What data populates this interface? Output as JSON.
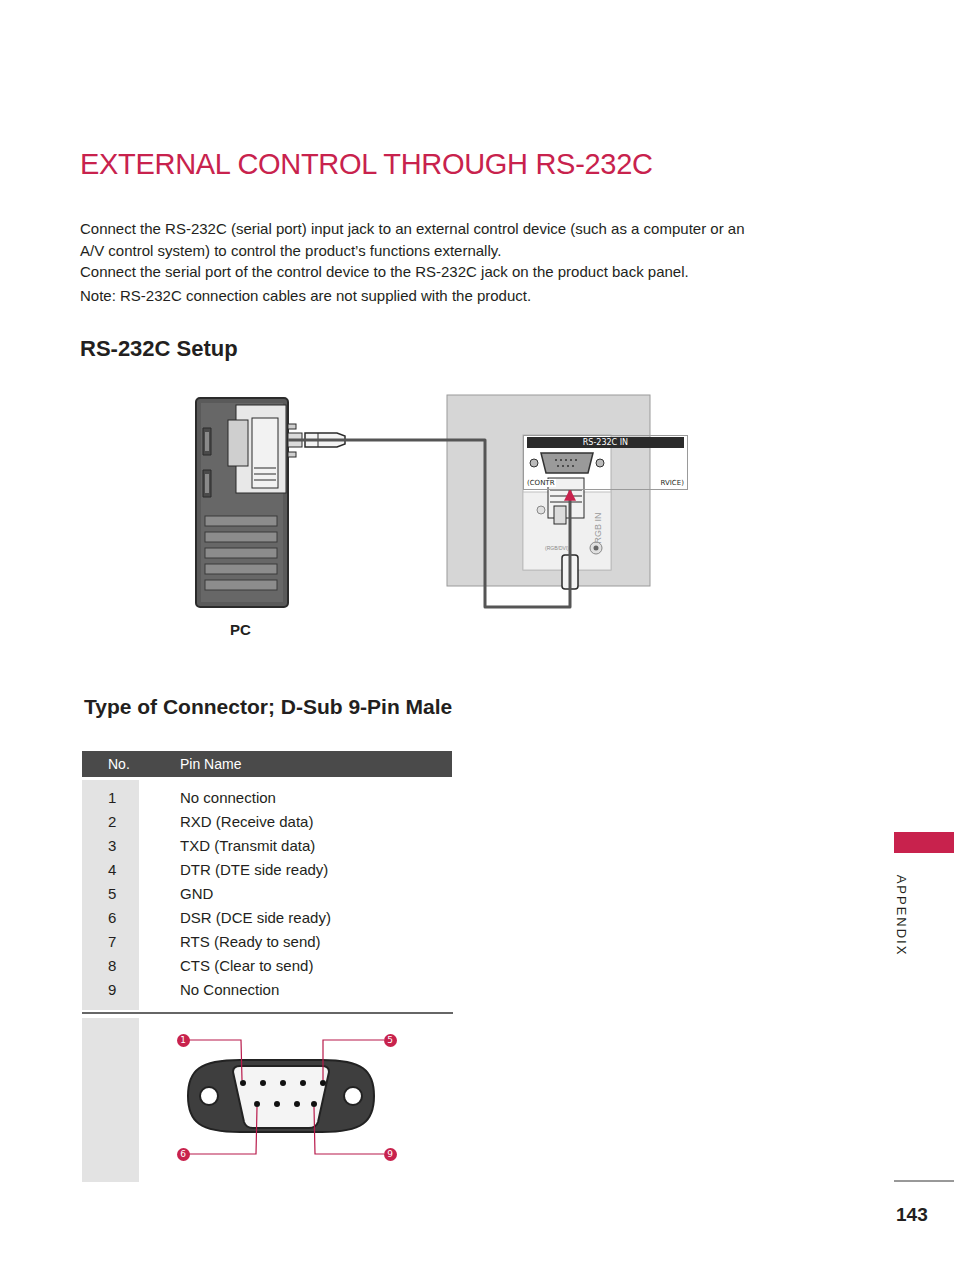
{
  "diagram": {
    "title": "EXTERNAL CONTROL THROUGH RS-232C",
    "nodes": [
      {
        "text": [
          "PC"
        ]
      },
      {
        "text": [
          "RS-232C IN",
          "(CONTR",
          "RVICE)"
        ]
      }
    ],
    "edges": [
      {
        "from": 0,
        "to": 1,
        "arrow": "to"
      }
    ],
    "labels": [
      "Connect the RS-232C (serial port) input jack to an external control device (such as a computer or an A/V control system) to control the product’s functions externally.",
      "Connect the serial port of the control device to the RS-232C jack on the product back panel.",
      "Note: RS-232C connection cables are not supplied with the product.",
      "RS-232C Setup",
      "RGB IN",
      "(RGB/DVI)",
      "Type of Connector; D-Sub 9-Pin Male",
      "No.",
      "Pin Name",
      "1",
      "2",
      "3",
      "4",
      "5",
      "6",
      "7",
      "8",
      "9",
      "No connection",
      "RXD (Receive data)",
      "TXD (Transmit data)",
      "DTR (DTE side ready)",
      "GND",
      "DSR (DCE side ready)",
      "RTS (Ready to send)",
      "CTS (Clear to send)",
      "No Connection",
      "1",
      "5",
      "6",
      "9",
      "APPENDIX",
      "143"
    ]
  }
}
